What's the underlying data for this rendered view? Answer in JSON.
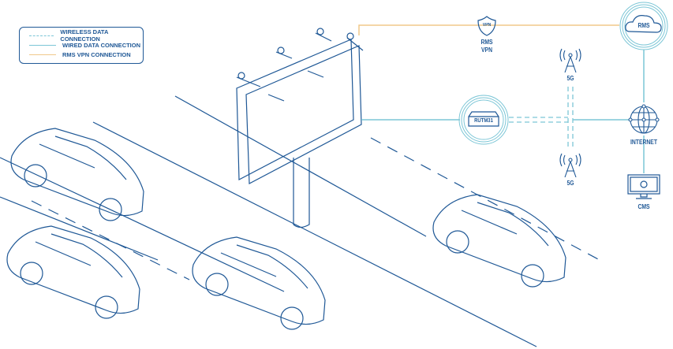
{
  "legend": {
    "items": [
      {
        "label": "WIRELESS DATA CONNECTION",
        "color": "#7cc6d6",
        "style": "dashed"
      },
      {
        "label": "WIRED DATA CONNECTION",
        "color": "#7cc6d6",
        "style": "solid"
      },
      {
        "label": "RMS VPN CONNECTION",
        "color": "#f0c98a",
        "style": "solid"
      }
    ]
  },
  "nodes": {
    "rms": "RMS",
    "vpn_badge": "VPN",
    "rms_vpn": "RMS VPN",
    "router": "RUTM31",
    "tower_top": "5G",
    "tower_bottom": "5G",
    "internet": "INTERNET",
    "cms": "CMS"
  },
  "colors": {
    "primary": "#1f5896",
    "wired": "#7cc6d6",
    "vpn": "#f0c98a"
  }
}
